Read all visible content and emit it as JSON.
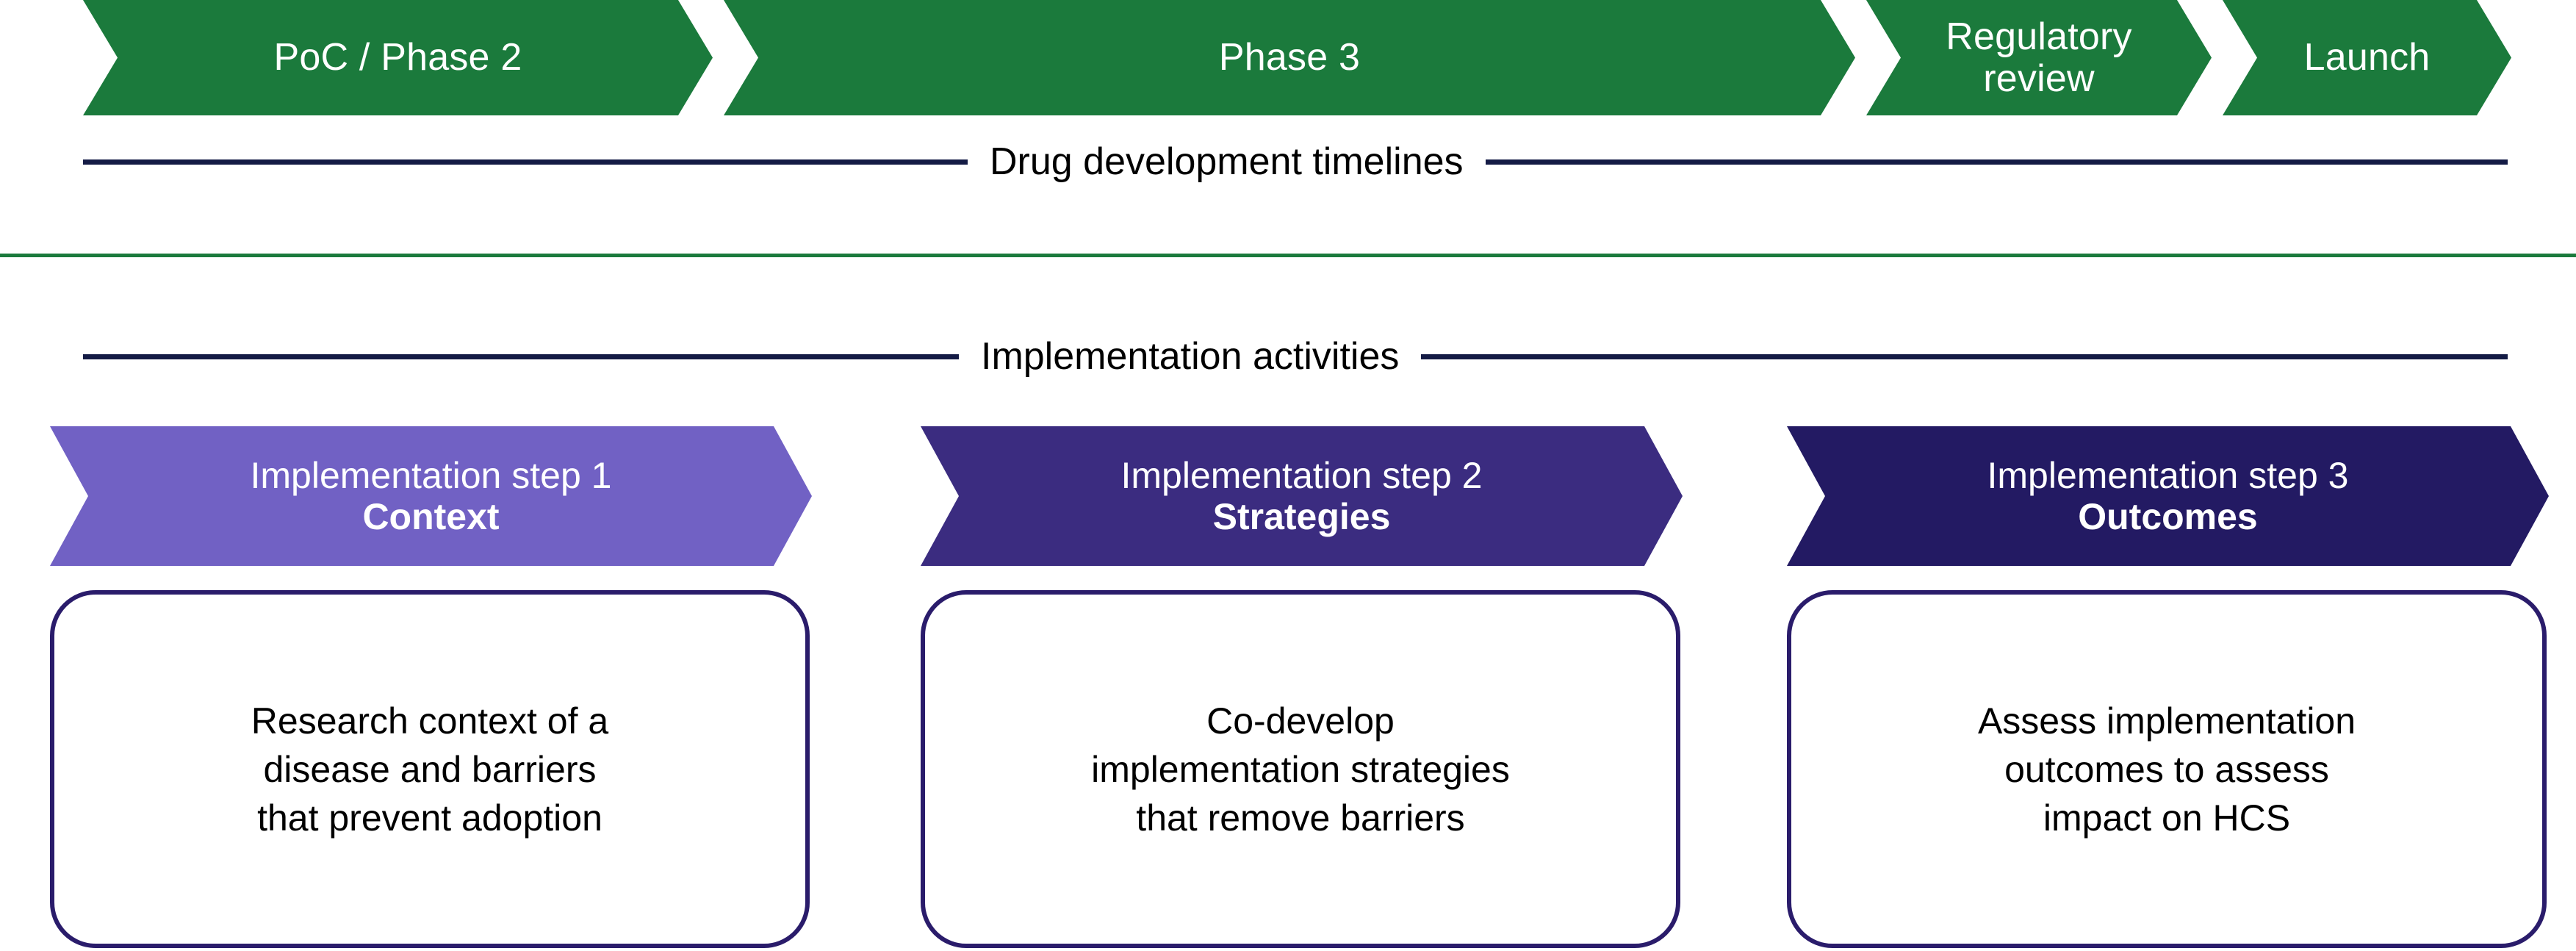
{
  "colors": {
    "green": "#1B7A3C",
    "rule_navy": "#141B45",
    "box_border_navy": "#2A1C6B",
    "step1_purple": "#7161C4",
    "step2_purple": "#3B2C80",
    "step3_purple": "#231A63",
    "white": "#FFFFFF",
    "text_black": "#000000"
  },
  "timeline": {
    "caption": "Drug development timelines",
    "phases": [
      {
        "label": "PoC / Phase 2"
      },
      {
        "label": "Phase 3"
      },
      {
        "label": "Regulatory\nreview"
      },
      {
        "label": "Launch"
      }
    ]
  },
  "implementation": {
    "caption": "Implementation activities",
    "steps": [
      {
        "step_label": "Implementation step 1",
        "name": "Context",
        "description": "Research context of a\ndisease and barriers\nthat prevent adoption"
      },
      {
        "step_label": "Implementation step 2",
        "name": "Strategies",
        "description": "Co-develop\nimplementation strategies\nthat remove barriers"
      },
      {
        "step_label": "Implementation step 3",
        "name": "Outcomes",
        "description": "Assess implementation\noutcomes to assess\nimpact on HCS"
      }
    ]
  }
}
